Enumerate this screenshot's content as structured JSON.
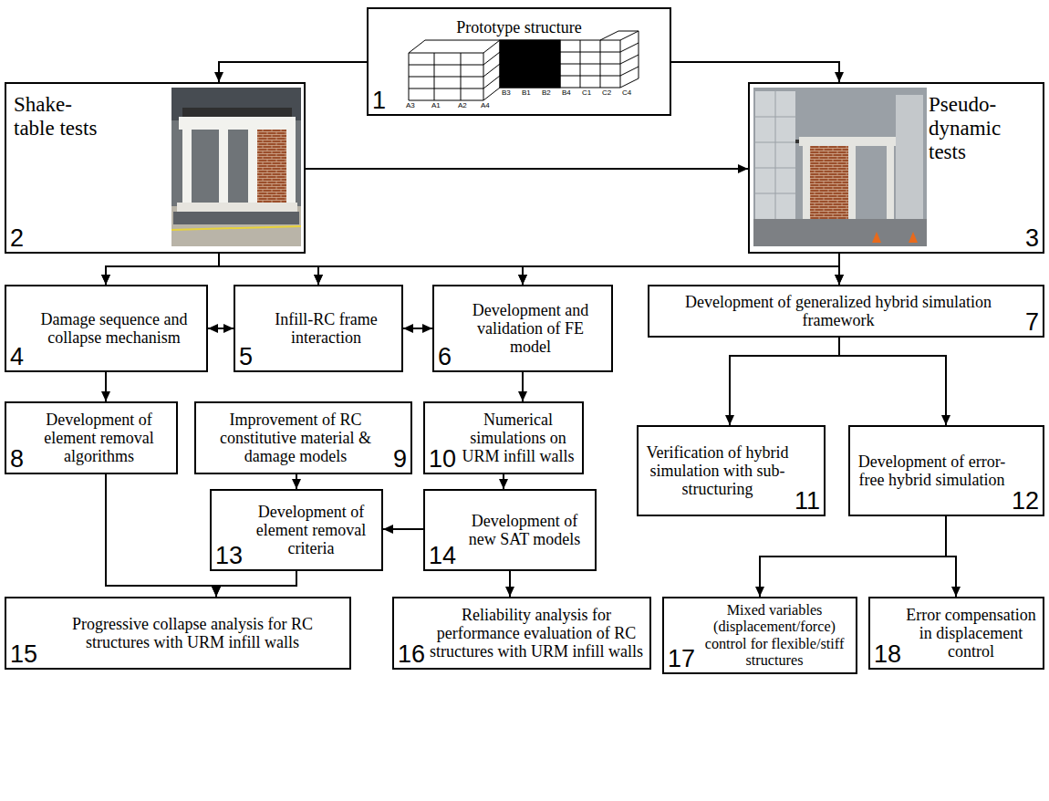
{
  "diagram": {
    "nodes": [
      {
        "text": [
          "Prototype structure",
          "1"
        ]
      },
      {
        "text": [
          "Shake-table tests",
          "2"
        ]
      },
      {
        "text": [
          "Pseudo-dynamic tests",
          "3"
        ]
      },
      {
        "text": [
          "Damage sequence and collapse mechanism",
          "4"
        ]
      },
      {
        "text": [
          "Infill-RC frame interaction",
          "5"
        ]
      },
      {
        "text": [
          "Development and validation of FE model",
          "6"
        ]
      },
      {
        "text": [
          "Development of generalized hybrid simulation framework",
          "7"
        ]
      },
      {
        "text": [
          "Development of element removal algorithms",
          "8"
        ]
      },
      {
        "text": [
          "Improvement of RC constitutive material & damage models",
          "9"
        ]
      },
      {
        "text": [
          "Numerical simulations on URM infill walls",
          "10"
        ]
      },
      {
        "text": [
          "Verification of hybrid simulation with sub-structuring",
          "11"
        ]
      },
      {
        "text": [
          "Development of error-free hybrid simulation",
          "12"
        ]
      },
      {
        "text": [
          "Development of element removal criteria",
          "13"
        ]
      },
      {
        "text": [
          "Development of new SAT models",
          "14"
        ]
      },
      {
        "text": [
          "Progressive collapse analysis for RC structures with URM infill walls",
          "15"
        ]
      },
      {
        "text": [
          "Reliability analysis for performance evaluation of RC structures with URM infill walls",
          "16"
        ]
      },
      {
        "text": [
          "Mixed variables (displacement/force) control for flexible/stiff structures",
          "17"
        ]
      },
      {
        "text": [
          "Error compensation in displacement control",
          "18"
        ]
      }
    ],
    "edges": [
      {
        "from": 0,
        "to": 1,
        "arrow": "to"
      },
      {
        "from": 0,
        "to": 2,
        "arrow": "to"
      },
      {
        "from": 1,
        "to": 2,
        "arrow": "to"
      },
      {
        "from": 1,
        "to": 3,
        "arrow": "to"
      },
      {
        "from": 1,
        "to": 4,
        "arrow": "to"
      },
      {
        "from": 1,
        "to": 5,
        "arrow": "to"
      },
      {
        "from": 1,
        "to": 6,
        "arrow": "to"
      },
      {
        "from": 2,
        "to": 3,
        "arrow": "to"
      },
      {
        "from": 2,
        "to": 4,
        "arrow": "to"
      },
      {
        "from": 2,
        "to": 5,
        "arrow": "to"
      },
      {
        "from": 2,
        "to": 6,
        "arrow": "to"
      },
      {
        "from": 3,
        "to": 4,
        "arrow": "both"
      },
      {
        "from": 4,
        "to": 5,
        "arrow": "both"
      },
      {
        "from": 3,
        "to": 7,
        "arrow": "to"
      },
      {
        "from": 5,
        "to": 9,
        "arrow": "to"
      },
      {
        "from": 6,
        "to": 10,
        "arrow": "to"
      },
      {
        "from": 6,
        "to": 11,
        "arrow": "to"
      },
      {
        "from": 9,
        "to": 13,
        "arrow": "to"
      },
      {
        "from": 13,
        "to": 12,
        "arrow": "to"
      },
      {
        "from": 8,
        "to": 12,
        "arrow": "to"
      },
      {
        "from": 7,
        "to": 14,
        "arrow": "to"
      },
      {
        "from": 12,
        "to": 14,
        "arrow": "to"
      },
      {
        "from": 13,
        "to": 15,
        "arrow": "to"
      },
      {
        "from": 11,
        "to": 16,
        "arrow": "to"
      },
      {
        "from": 11,
        "to": 17,
        "arrow": "to"
      }
    ],
    "labels": [
      "A3",
      "A1",
      "A2",
      "A4",
      "B3",
      "B1",
      "B2",
      "B4",
      "C1",
      "C2",
      "C4"
    ]
  }
}
